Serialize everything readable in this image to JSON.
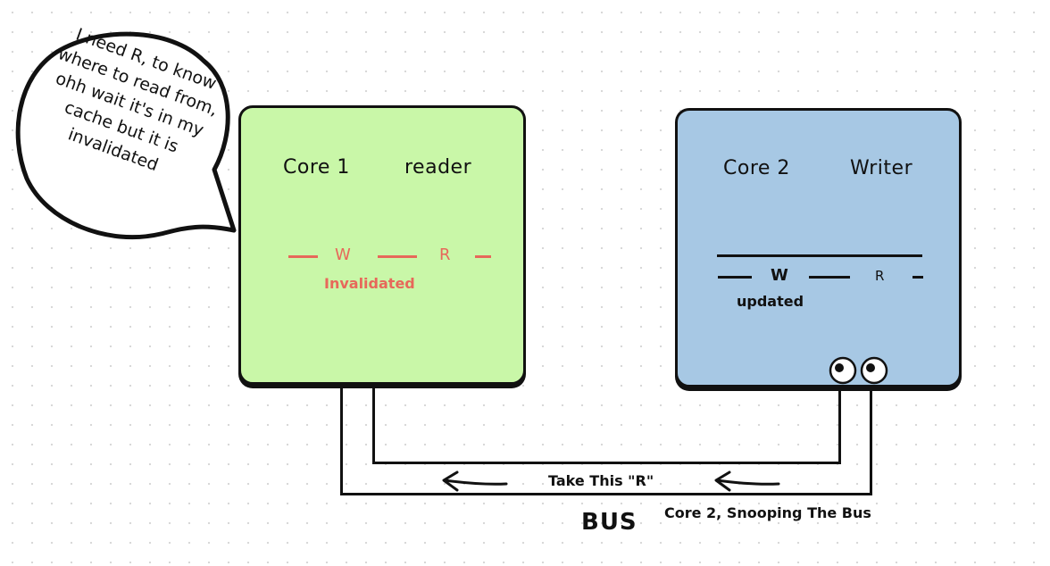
{
  "speech_bubble": {
    "text": "I need R, to know where to read from, ohh wait it's in my cache but it is invalidated"
  },
  "core1": {
    "name": "Core 1",
    "role": "reader",
    "cache_w": "W",
    "cache_r": "R",
    "status": "Invalidated",
    "color": "#c9f7a8"
  },
  "core2": {
    "name": "Core 2",
    "role": "Writer",
    "cache_w": "W",
    "cache_r": "R",
    "status": "updated",
    "color": "#a7c8e4"
  },
  "bus": {
    "label": "BUS",
    "message": "Take This \"R\"",
    "snoop_note": "Core 2, Snooping The Bus"
  },
  "colors": {
    "invalid": "#e7685a",
    "outline": "#111111"
  }
}
